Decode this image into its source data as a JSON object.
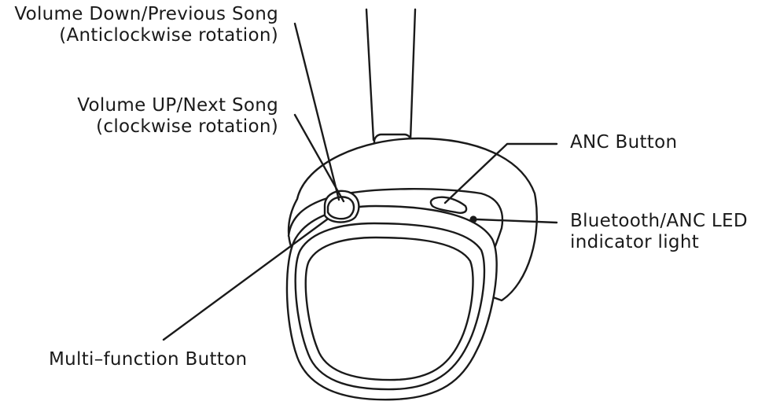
{
  "labels": {
    "volume_down": {
      "line1": "Volume Down/Previous Song",
      "line2": "(Anticlockwise rotation)"
    },
    "volume_up": {
      "line1": "Volume UP/Next Song",
      "line2": "(clockwise rotation)"
    },
    "anc_button": {
      "line1": "ANC Button"
    },
    "led": {
      "line1": "Bluetooth/ANC LED",
      "line2": "indicator light"
    },
    "multi_function": {
      "line1": "Multi–function Button"
    }
  },
  "colors": {
    "stroke": "#1a1a1a",
    "background": "#ffffff"
  }
}
